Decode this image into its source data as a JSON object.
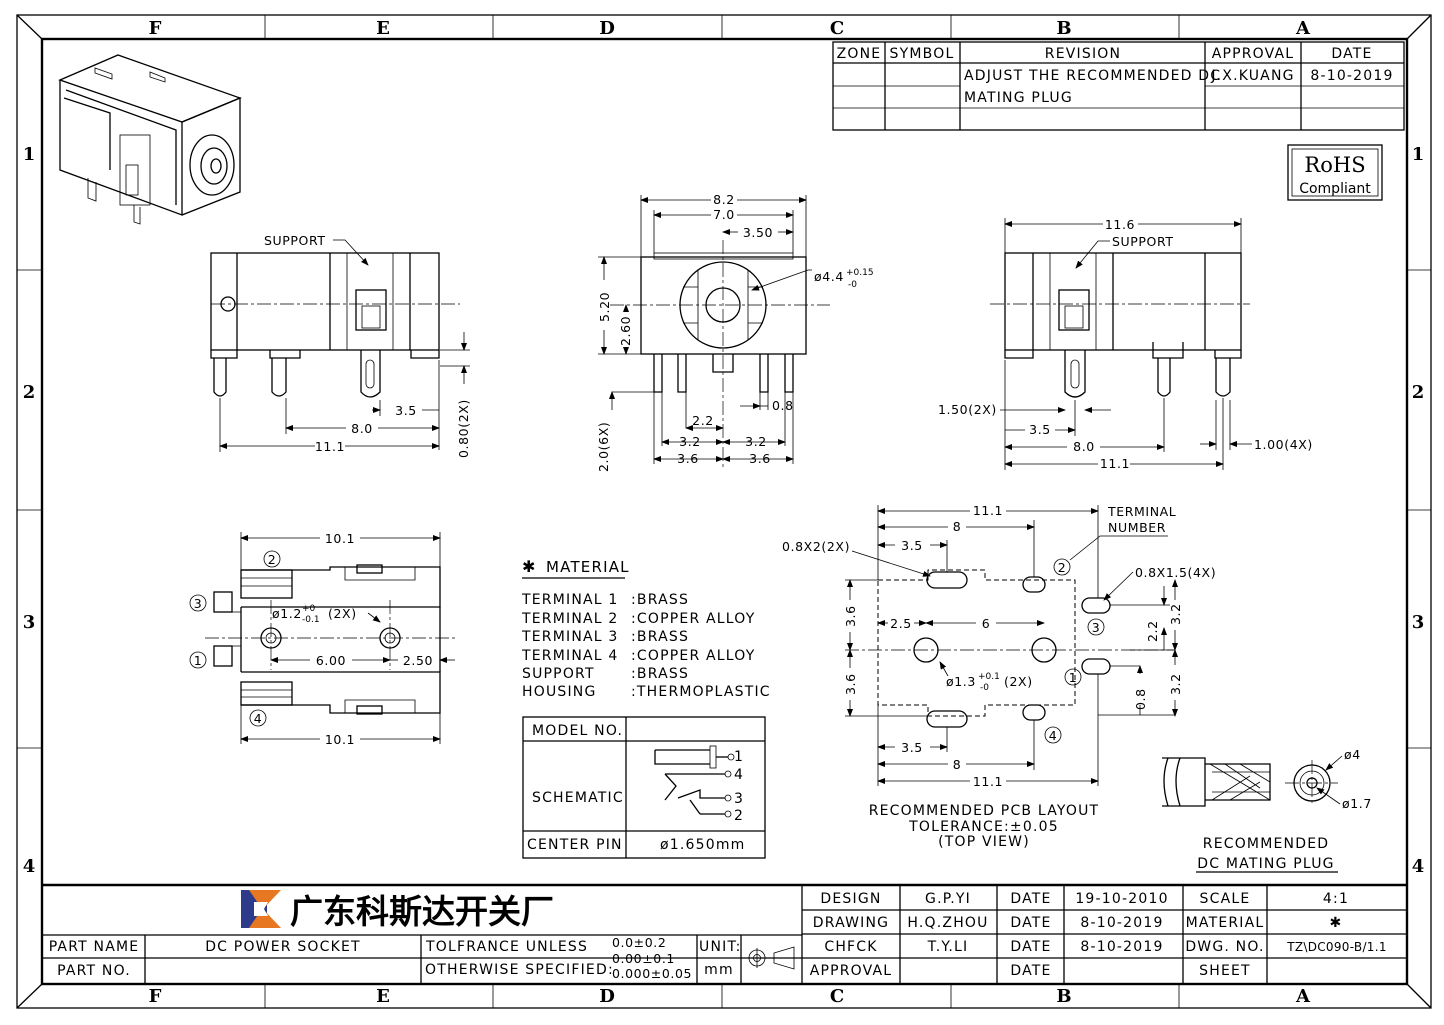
{
  "frame": {
    "cols": [
      "F",
      "E",
      "D",
      "C",
      "B",
      "A"
    ],
    "rows": [
      "1",
      "2",
      "3",
      "4"
    ]
  },
  "revision": {
    "headers": [
      "ZONE",
      "SYMBOL",
      "REVISION",
      "APPROVAL",
      "DATE"
    ],
    "text_line1": "ADJUST THE RECOMMENDED DC",
    "text_line2": "MATING PLUG",
    "approval": "J.X.KUANG",
    "date": "8-10-2019"
  },
  "rohs": {
    "line1": "RoHS",
    "line2": "Compliant"
  },
  "views": {
    "left": {
      "support": "SUPPORT",
      "d_3_5": "3.5",
      "d_8_0": "8.0",
      "d_11_1": "11.1",
      "d_080": "0.80(2X)"
    },
    "front": {
      "d_8_2": "8.2",
      "d_7_0": "7.0",
      "d_3_50": "3.50",
      "d_phi44": "ø4.4",
      "d_phi44_tol_up": "+0.15",
      "d_phi44_tol_dn": "-0",
      "d_5_20": "5.20",
      "d_2_60": "2.60",
      "d_2_0": "2.0(6X)",
      "d_0_8": "0.8",
      "d_2_2": "2.2",
      "d_3_2a": "3.2",
      "d_3_2b": "3.2",
      "d_3_6a": "3.6",
      "d_3_6b": "3.6"
    },
    "right": {
      "d_11_6": "11.6",
      "support": "SUPPORT",
      "d_150": "1.50(2X)",
      "d_3_5": "3.5",
      "d_8_0": "8.0",
      "d_11_1": "11.1",
      "d_100": "1.00(4X)"
    },
    "bottom": {
      "d_10_1_top": "10.1",
      "d_10_1_bot": "10.1",
      "d_hole": "ø1.2",
      "d_hole_tol_up": "+0",
      "d_hole_tol_dn": "-0.1",
      "d_hole_count": "(2X)",
      "d_6_00": "6.00",
      "d_2_50": "2.50",
      "t1": "1",
      "t2": "2",
      "t3": "3",
      "t4": "4"
    },
    "pcb": {
      "d_11_1_top": "11.1",
      "d_8_top": "8",
      "d_3_5_top": "3.5",
      "slot1": "0.8X2(2X)",
      "slot2": "0.8X1.5(4X)",
      "terminal_line1": "TERMINAL",
      "terminal_line2": "NUMBER",
      "d_2_5": "2.5",
      "d_6": "6",
      "d_3_6a": "3.6",
      "d_3_6b": "3.6",
      "d_2_2": "2.2",
      "d_3_2a": "3.2",
      "d_3_2b": "3.2",
      "d_0_8": "0.8",
      "d_hole": "ø1.3",
      "d_hole_tol_up": "+0.1",
      "d_hole_tol_dn": "-0",
      "d_hole_count": "(2X)",
      "d_3_5_bot": "3.5",
      "d_8_bot": "8",
      "d_11_1_bot": "11.1",
      "t1": "1",
      "t2": "2",
      "t3": "3",
      "t4": "4",
      "caption1": "RECOMMENDED PCB LAYOUT",
      "caption2": "TOLERANCE:±0.05",
      "caption3": "(TOP VIEW)"
    },
    "plug": {
      "d_phi4": "ø4",
      "d_phi17": "ø1.7",
      "caption1": "RECOMMENDED",
      "caption2": "DC MATING PLUG"
    }
  },
  "material": {
    "title": "MATERIAL",
    "star": "✱",
    "rows": [
      {
        "part": "TERMINAL 1",
        "mat": ":BRASS"
      },
      {
        "part": "TERMINAL 2",
        "mat": ":COPPER ALLOY"
      },
      {
        "part": "TERMINAL 3",
        "mat": ":BRASS"
      },
      {
        "part": "TERMINAL 4",
        "mat": ":COPPER ALLOY"
      },
      {
        "part": "SUPPORT",
        "mat": ":BRASS"
      },
      {
        "part": "HOUSING",
        "mat": ":THERMOPLASTIC"
      }
    ]
  },
  "schematic_box": {
    "model_no": "MODEL NO.",
    "schematic": "SCHEMATIC",
    "center_pin": "CENTER PIN",
    "center_pin_value": "ø1.650mm",
    "pins": [
      "1",
      "4",
      "3",
      "2"
    ]
  },
  "title_block": {
    "company": "广东科斯达开关厂",
    "part_name_label": "PART NAME",
    "part_name": "DC POWER SOCKET",
    "part_no_label": "PART NO.",
    "tol_line1": "TOLFRANCE UNLESS",
    "tol_line2": "OTHERWISE SPECIFIED:",
    "tol_v1": "0.0±0.2",
    "tol_v2": "0.00±0.1",
    "tol_v3": "0.000±0.05",
    "unit_label": "UNIT:",
    "unit_value": "mm",
    "rows": [
      {
        "role": "DESIGN",
        "name": "G.P.YI",
        "date_label": "DATE",
        "date": "19-10-2010",
        "k": "SCALE",
        "v": "4:1"
      },
      {
        "role": "DRAWING",
        "name": "H.Q.ZHOU",
        "date_label": "DATE",
        "date": "8-10-2019",
        "k": "MATERIAL",
        "v": "✱"
      },
      {
        "role": "CHFCK",
        "name": "T.Y.LI",
        "date_label": "DATE",
        "date": "8-10-2019",
        "k": "DWG. NO.",
        "v": "TZ\\DC090-B/1.1"
      },
      {
        "role": "APPROVAL",
        "name": "",
        "date_label": "DATE",
        "date": "",
        "k": "SHEET",
        "v": ""
      }
    ]
  }
}
